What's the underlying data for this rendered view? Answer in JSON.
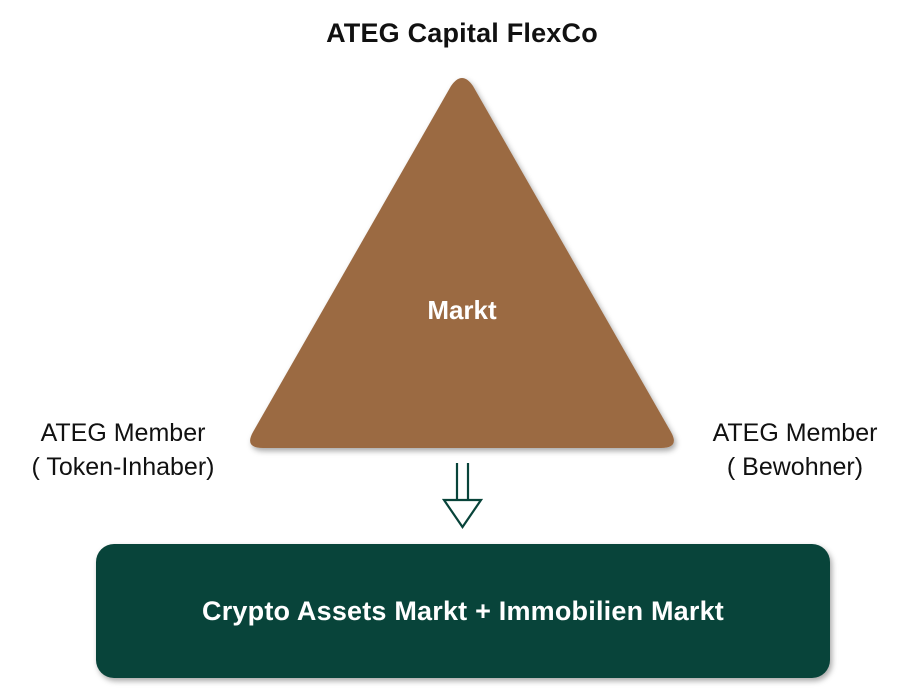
{
  "diagram": {
    "top_node": {
      "label": "ATEG Capital FlexCo"
    },
    "center_node": {
      "label": "Markt",
      "color": "#9b6b43"
    },
    "left_node": {
      "line1": "ATEG Member",
      "line2": "( Token-Inhaber)"
    },
    "right_node": {
      "line1": "ATEG Member",
      "line2": "( Bewohner)"
    },
    "result_node": {
      "label": "Crypto Assets Markt + Immobilien Markt",
      "color": "#08443a"
    },
    "arrow": {
      "direction": "down",
      "color": "#08443a"
    }
  }
}
